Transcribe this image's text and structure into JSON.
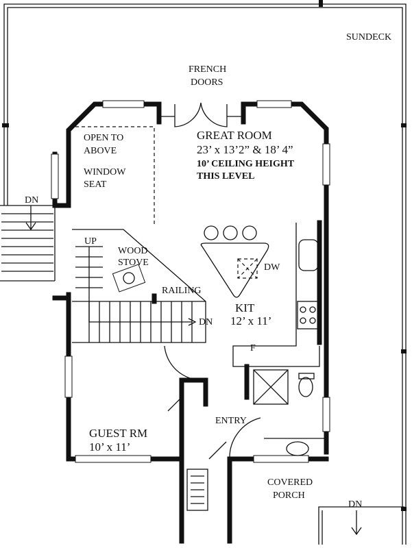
{
  "labels": {
    "sundeck": "SUNDECK",
    "french_doors_1": "FRENCH",
    "french_doors_2": "DOORS",
    "open_above_1": "OPEN TO",
    "open_above_2": "ABOVE",
    "window_seat_1": "WINDOW",
    "window_seat_2": "SEAT",
    "great_room": "GREAT ROOM",
    "great_room_dims": "23’ x 13’2” & 18’ 4”",
    "ceiling_1": "10’ CEILING HEIGHT",
    "ceiling_2": "THIS LEVEL",
    "dn_left": "DN",
    "up": "UP",
    "wood_stove_1": "WOOD",
    "wood_stove_2": "STOVE",
    "railing": "RAILING",
    "dn_stair": "DN",
    "dw": "DW",
    "kit": "KIT",
    "kit_dims": "12’ x 11’",
    "fridge": "F",
    "entry": "ENTRY",
    "guest_rm": "GUEST RM",
    "guest_rm_dims": "10’ x 11’",
    "covered_porch_1": "COVERED",
    "covered_porch_2": "PORCH",
    "dn_porch": "DN"
  }
}
